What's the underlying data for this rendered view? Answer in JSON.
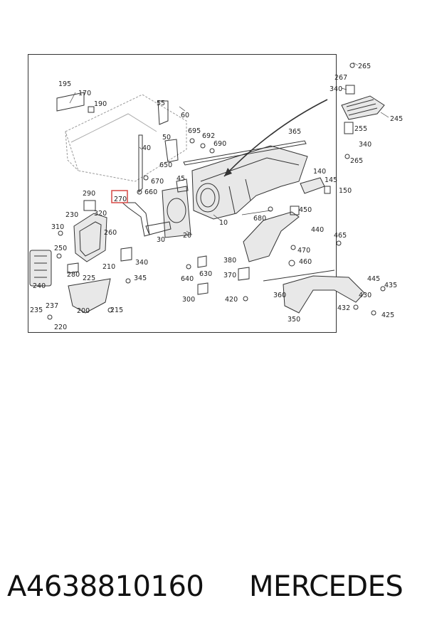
{
  "diagram": {
    "highlight_label": "270",
    "labels": [
      "265",
      "267",
      "340",
      "245",
      "255",
      "340",
      "265",
      "195",
      "170",
      "190",
      "55",
      "60",
      "695",
      "692",
      "690",
      "365",
      "40",
      "650",
      "50",
      "45",
      "670",
      "660",
      "140",
      "145",
      "150",
      "290",
      "270",
      "230",
      "320",
      "310",
      "260",
      "250",
      "240",
      "280",
      "225",
      "210",
      "340",
      "345",
      "237",
      "235",
      "220",
      "200",
      "215",
      "30",
      "20",
      "10",
      "680",
      "450",
      "440",
      "465",
      "470",
      "460",
      "380",
      "630",
      "640",
      "370",
      "300",
      "420",
      "360",
      "350",
      "445",
      "435",
      "430",
      "432",
      "425"
    ]
  },
  "caption": {
    "part_number": "A4638810160",
    "brand": "MERCEDES"
  }
}
